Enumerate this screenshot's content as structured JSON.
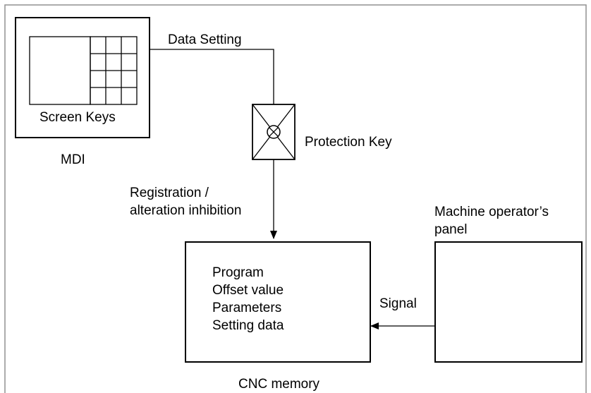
{
  "mdi": {
    "screen_keys_label": "Screen Keys",
    "caption": "MDI"
  },
  "connector_labels": {
    "data_setting": "Data Setting",
    "protection_key": "Protection Key",
    "registration_line1": "Registration /",
    "registration_line2": "alteration inhibition",
    "signal": "Signal"
  },
  "cnc_memory": {
    "items": [
      "Program",
      "Offset value",
      "Parameters",
      "Setting data"
    ],
    "caption": "CNC memory"
  },
  "operator_panel": {
    "label_line1": "Machine operator’s",
    "label_line2": "panel"
  }
}
